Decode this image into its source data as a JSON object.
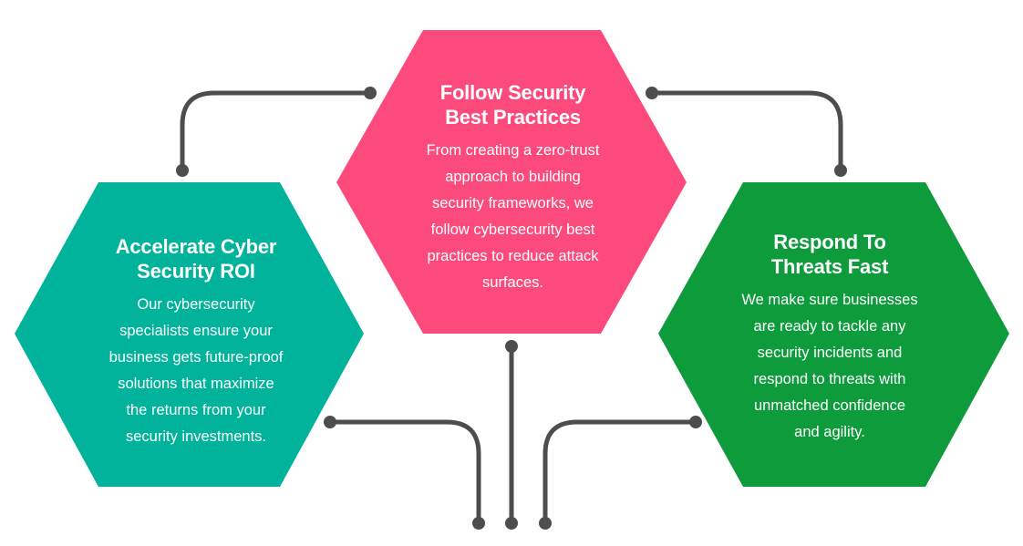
{
  "colors": {
    "teal": "#00b39a",
    "pink": "#fc4a7d",
    "green": "#0e9b3c",
    "connector": "#4d4d4d"
  },
  "hexagons": {
    "left": {
      "title_line1": "Accelerate Cyber",
      "title_line2": "Security ROI",
      "body_lines": [
        "Our cybersecurity",
        "specialists ensure your",
        "business gets future-proof",
        "solutions that maximize",
        "the returns from your",
        "security investments."
      ]
    },
    "center": {
      "title_line1": "Follow Security",
      "title_line2": "Best Practices",
      "body_lines": [
        "From creating a zero-trust",
        "approach to building",
        "security frameworks, we",
        "follow cybersecurity best",
        "practices to reduce attack",
        "surfaces."
      ]
    },
    "right": {
      "title_line1": "Respond To",
      "title_line2": "Threats Fast",
      "body_lines": [
        "We make sure businesses",
        "are ready to tackle any",
        "security incidents and",
        "respond to threats with",
        "unmatched confidence",
        "and agility."
      ]
    }
  }
}
